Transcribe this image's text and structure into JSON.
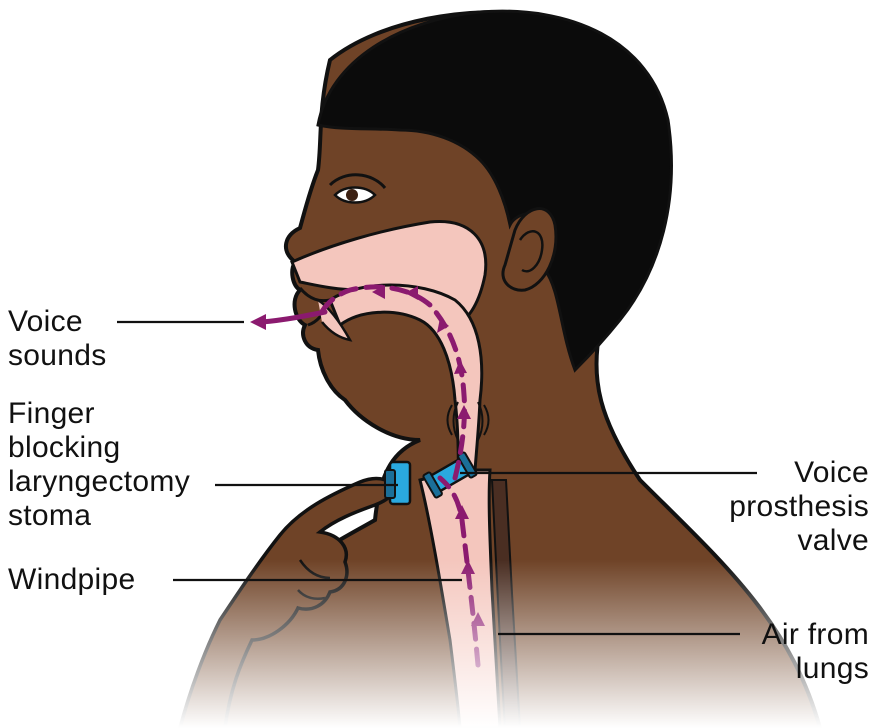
{
  "labels": {
    "voice_sounds": [
      "Voice",
      "sounds"
    ],
    "finger_blocking": [
      "Finger",
      "blocking",
      "laryngectomy",
      "stoma"
    ],
    "windpipe": [
      "Windpipe"
    ],
    "voice_prosthesis": [
      "Voice",
      "prosthesis",
      "valve"
    ],
    "air_from_lungs": [
      "Air from",
      "lungs"
    ]
  },
  "colors": {
    "skin": "#6f4327",
    "skin_shadow": "#5a351f",
    "hair": "#0b0b0b",
    "airway": "#f4c6bd",
    "airway_dark": "#4a2e22",
    "arrow": "#8b1a6f",
    "valve": "#2aa9df",
    "valve_dark": "#1b6f99",
    "line": "#111111"
  }
}
